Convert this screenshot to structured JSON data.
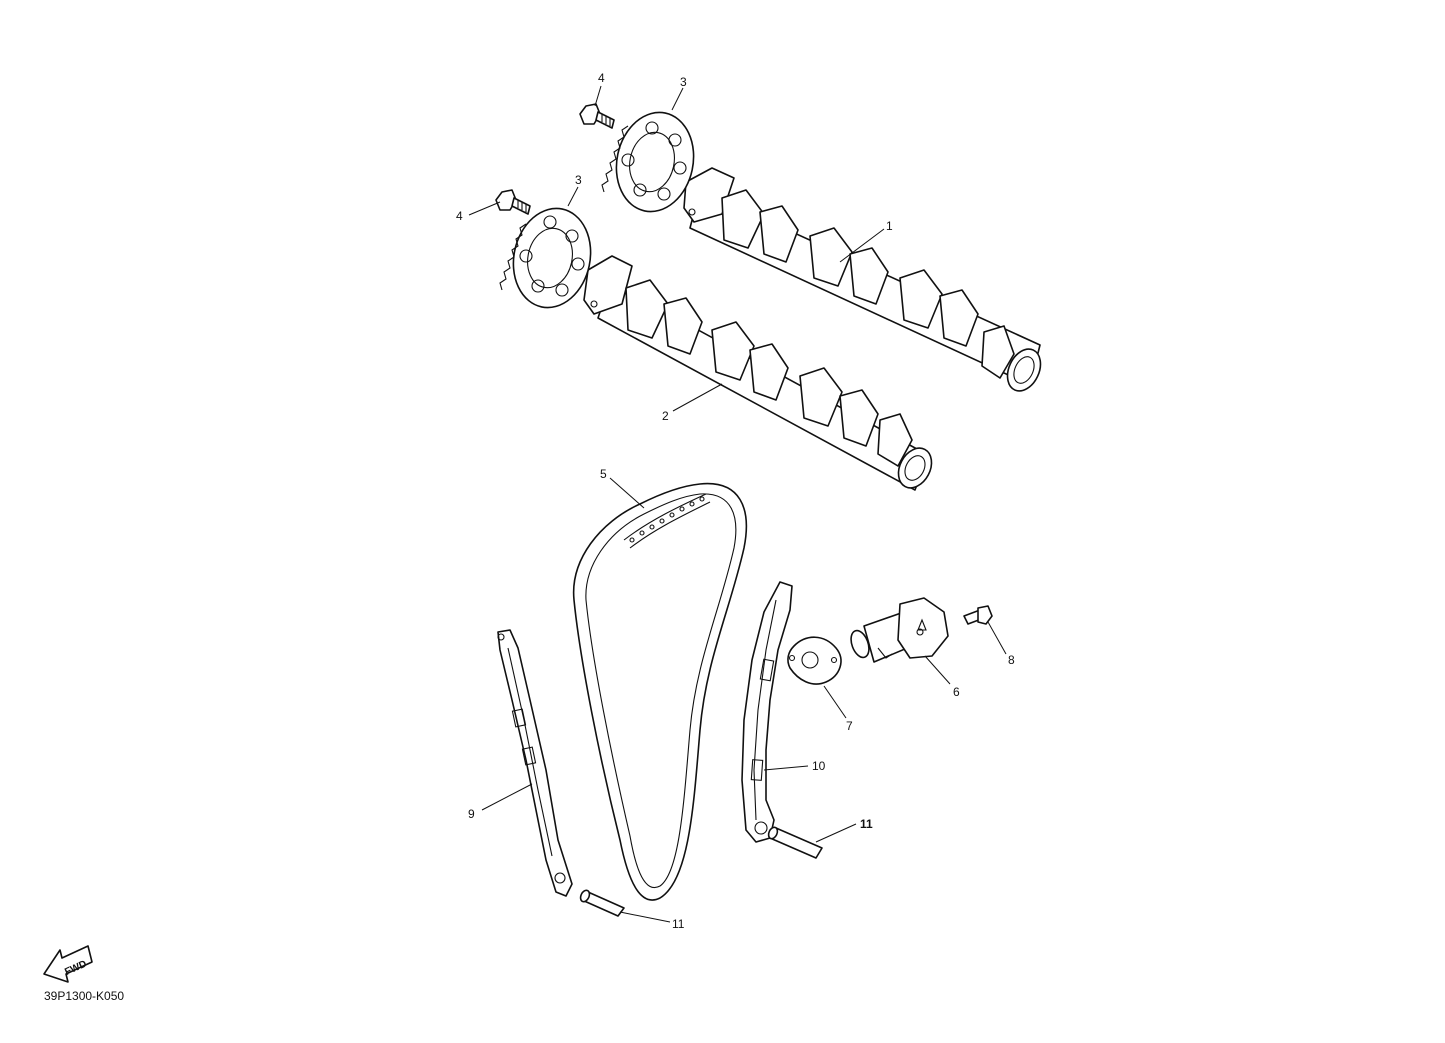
{
  "callouts": {
    "c1": "1",
    "c2": "2",
    "c3a": "3",
    "c3b": "3",
    "c4a": "4",
    "c4b": "4",
    "c5": "5",
    "c6": "6",
    "c7": "7",
    "c8": "8",
    "c9": "9",
    "c10": "10",
    "c11a": "11",
    "c11b": "11"
  },
  "fwd_badge": "FWD",
  "diagram_code": "39P1300-K050",
  "colors": {
    "line": "#111111",
    "background": "#ffffff"
  }
}
